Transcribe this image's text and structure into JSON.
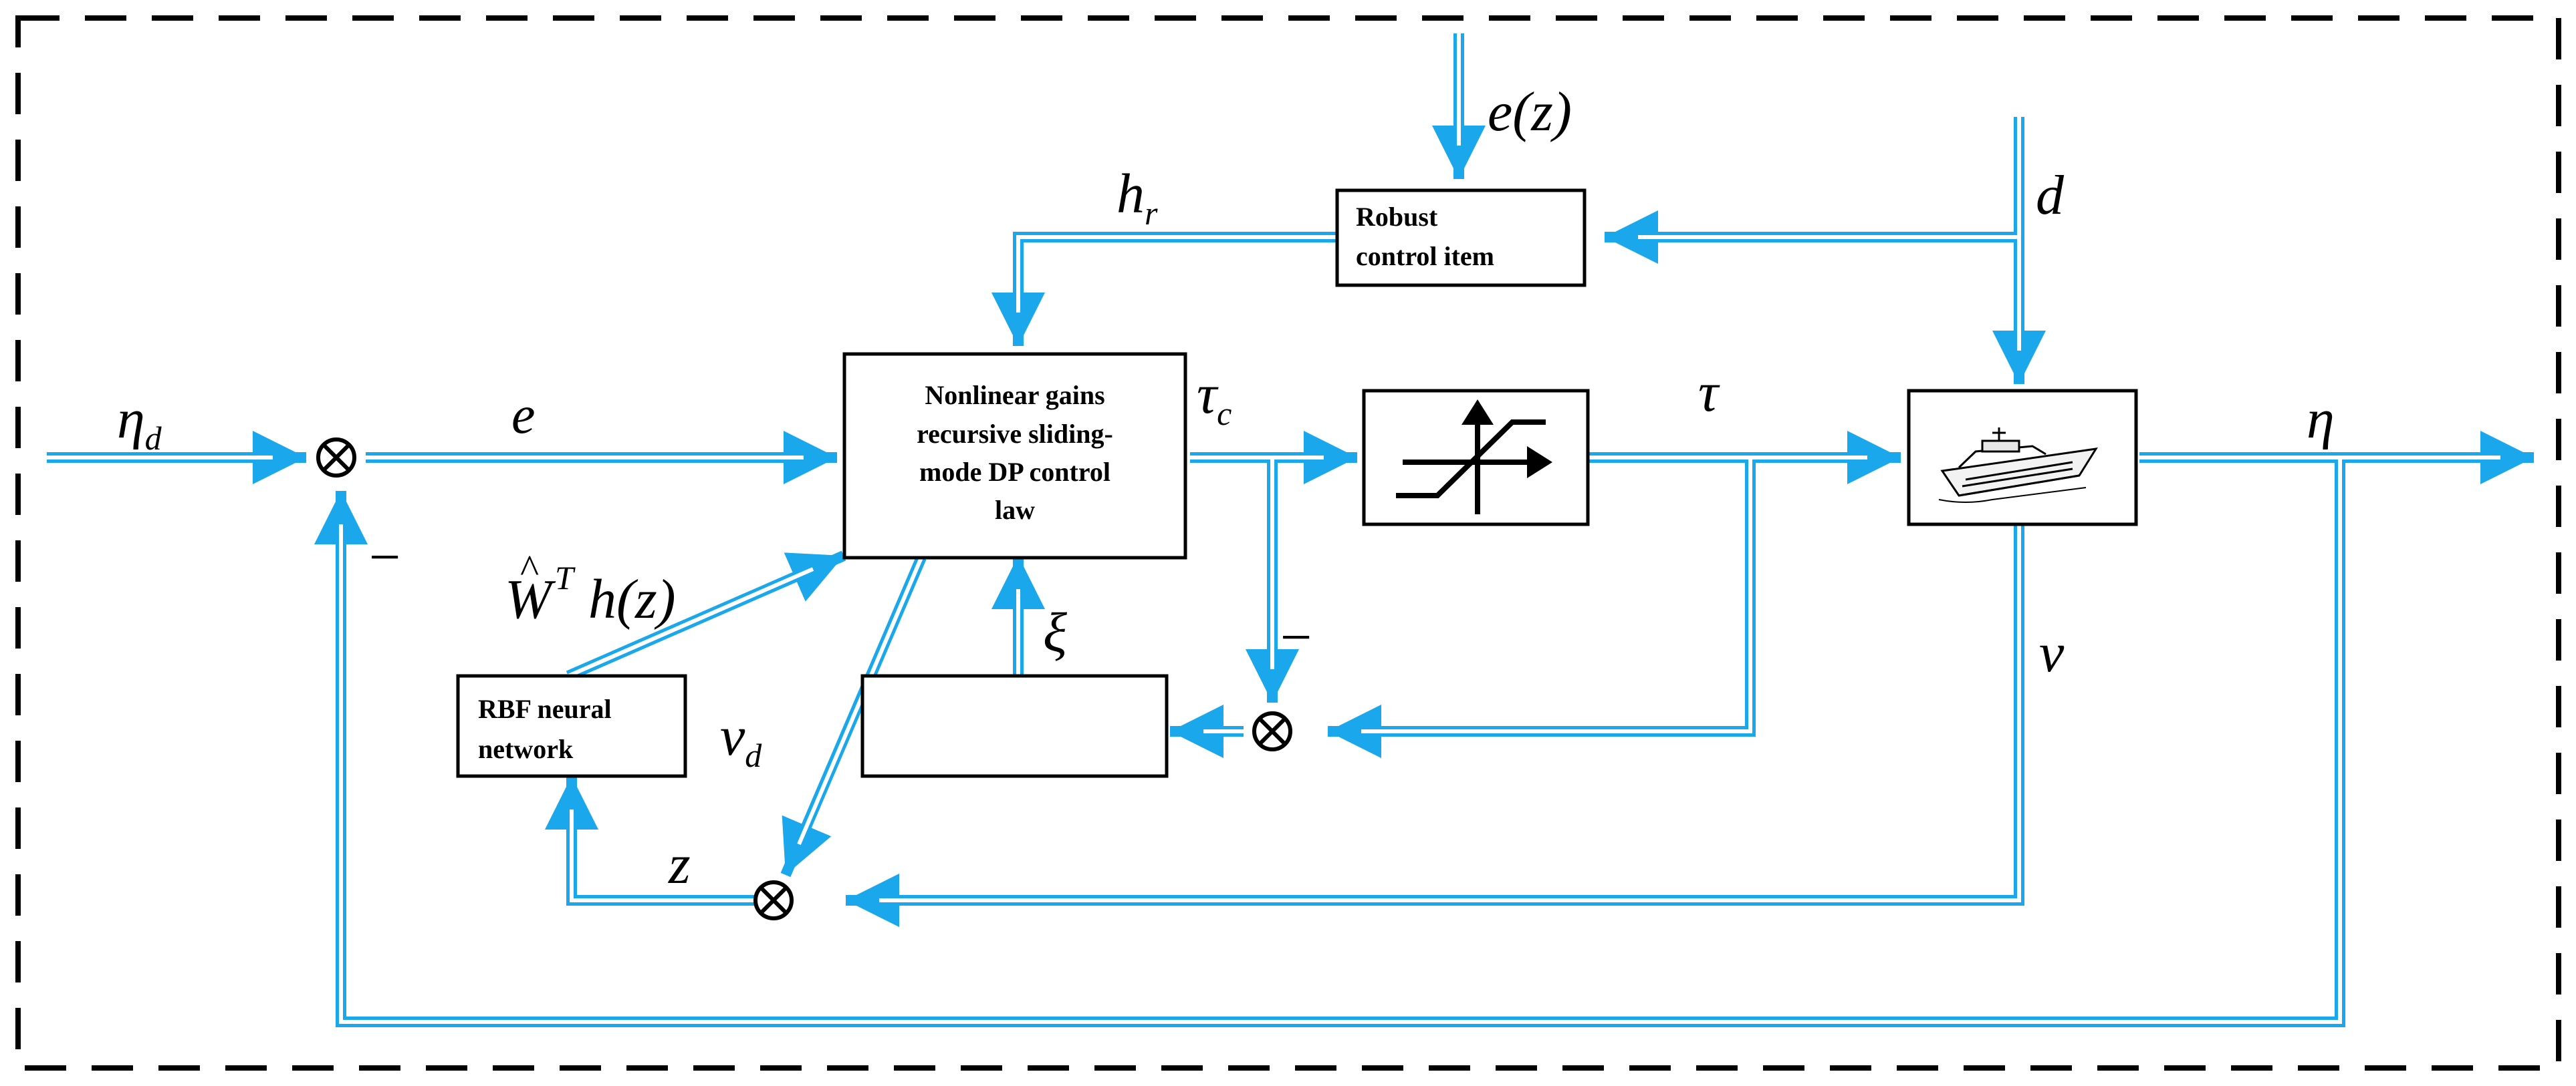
{
  "colors": {
    "signal_line": "#1aa7ec",
    "block_border": "#000000",
    "frame_border": "#000000",
    "background": "#ffffff"
  },
  "blocks": {
    "robust": {
      "line1": "Robust",
      "line2": "control item"
    },
    "controller": {
      "line1": "Nonlinear gains",
      "line2": "recursive sliding-",
      "line3": "mode DP control",
      "line4": "law"
    },
    "rbf": {
      "line1": "RBF neural",
      "line2": "network"
    },
    "saturation": {
      "icon": "saturation-function-icon"
    },
    "auxiliary": {
      "line1": ""
    },
    "vessel": {
      "icon": "ship-icon"
    }
  },
  "labels": {
    "eta_d": {
      "base": "η",
      "sub": "d"
    },
    "e": "e",
    "e_z": "e(z)",
    "h_r": {
      "base": "h",
      "sub": "r"
    },
    "d": "d",
    "tau_c": {
      "base": "τ",
      "sub": "c"
    },
    "tau": "τ",
    "eta": "η",
    "what_h": {
      "w": "W",
      "hat": "^",
      "sup": "T",
      "rest": "h(z)"
    },
    "xi": "ξ",
    "v_d": {
      "base": "v",
      "sub": "d"
    },
    "v": "v",
    "z": "z",
    "minus_main": "−",
    "minus_sat": "−"
  }
}
